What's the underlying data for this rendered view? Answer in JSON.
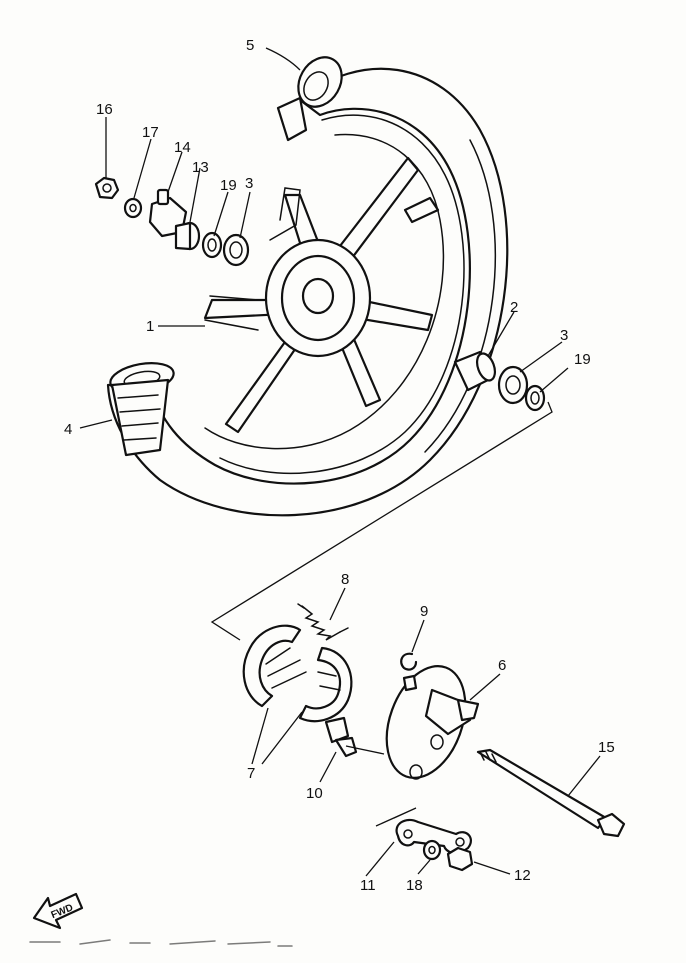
{
  "callouts": {
    "c1": "1",
    "c2": "2",
    "c3_upper": "3",
    "c3_lower": "3",
    "c4": "4",
    "c5": "5",
    "c6": "6",
    "c7": "7",
    "c8": "8",
    "c9": "9",
    "c10": "10",
    "c11": "11",
    "c12": "12",
    "c13": "13",
    "c14": "14",
    "c15": "15",
    "c16": "16",
    "c17": "17",
    "c18": "18",
    "c19_upper": "19",
    "c19_lower": "19"
  },
  "badge": {
    "fwd": "FWD"
  },
  "icons": {
    "fwd_arrow": "fwd-arrow-icon"
  },
  "colors": {
    "ink": "#111111",
    "paper": "#fdfdfb"
  }
}
